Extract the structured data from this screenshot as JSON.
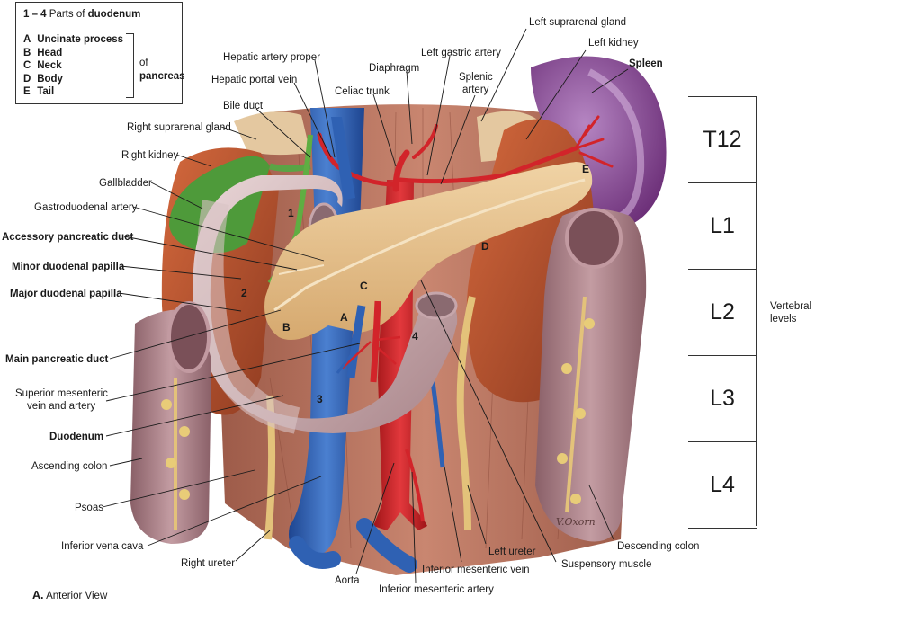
{
  "legend": {
    "title_range": "1 – 4",
    "title_text": "Parts of",
    "title_bold": "duodenum",
    "items": [
      {
        "letter": "A",
        "name": "Uncinate process"
      },
      {
        "letter": "B",
        "name": "Head"
      },
      {
        "letter": "C",
        "name": "Neck"
      },
      {
        "letter": "D",
        "name": "Body"
      },
      {
        "letter": "E",
        "name": "Tail"
      }
    ],
    "group_prefix": "of",
    "group_bold": "pancreas"
  },
  "labels_left": {
    "right_suprarenal_gland": "Right suprarenal gland",
    "right_kidney": "Right kidney",
    "gallbladder": "Gallbladder",
    "gastroduodenal_artery": "Gastroduodenal artery",
    "accessory_pancreatic_duct": "Accessory pancreatic duct",
    "minor_duodenal_papilla": "Minor duodenal papilla",
    "major_duodenal_papilla": "Major duodenal papilla",
    "main_pancreatic_duct": "Main pancreatic duct",
    "superior_mesenteric_line1": "Superior mesenteric",
    "superior_mesenteric_line2": "vein and artery",
    "duodenum": "Duodenum",
    "ascending_colon": "Ascending colon",
    "psoas": "Psoas",
    "inferior_vena_cava": "Inferior vena cava"
  },
  "labels_top": {
    "hepatic_artery_proper": "Hepatic artery proper",
    "hepatic_portal_vein": "Hepatic portal vein",
    "bile_duct": "Bile duct",
    "celiac_trunk": "Celiac trunk",
    "diaphragm": "Diaphragm",
    "left_gastric_artery": "Left gastric artery",
    "splenic_artery_line1": "Splenic",
    "splenic_artery_line2": "artery",
    "left_suprarenal_gland": "Left suprarenal gland",
    "left_kidney": "Left kidney",
    "spleen": "Spleen"
  },
  "labels_bottom": {
    "right_ureter": "Right ureter",
    "aorta": "Aorta",
    "inferior_mesenteric_artery": "Inferior mesenteric artery",
    "inferior_mesenteric_vein": "Inferior mesenteric vein",
    "left_ureter": "Left ureter",
    "suspensory_muscle": "Suspensory muscle",
    "descending_colon": "Descending colon"
  },
  "part_marks": {
    "d1": "1",
    "d2": "2",
    "d3": "3",
    "d4": "4",
    "a": "A",
    "b": "B",
    "c": "C",
    "d": "D",
    "e": "E"
  },
  "vertebral_levels": [
    "T12",
    "L1",
    "L2",
    "L3",
    "L4"
  ],
  "vertebral_label_line1": "Vertebral",
  "vertebral_label_line2": "levels",
  "signature": "V.Oxorn",
  "view_caption_letter": "A.",
  "view_caption_text": "Anterior View",
  "colors": {
    "muscle": "#b9735d",
    "kidney": "#b8502b",
    "pancreas": "#e6c08f",
    "duodenum": "#cdaeb1",
    "colon": "#a77f86",
    "spleen": "#8a4f93",
    "gallbladder": "#4e9a3a",
    "artery": "#d2242a",
    "vein": "#2f61b3",
    "adrenal": "#e2c79c",
    "ureter": "#e3c27a"
  }
}
